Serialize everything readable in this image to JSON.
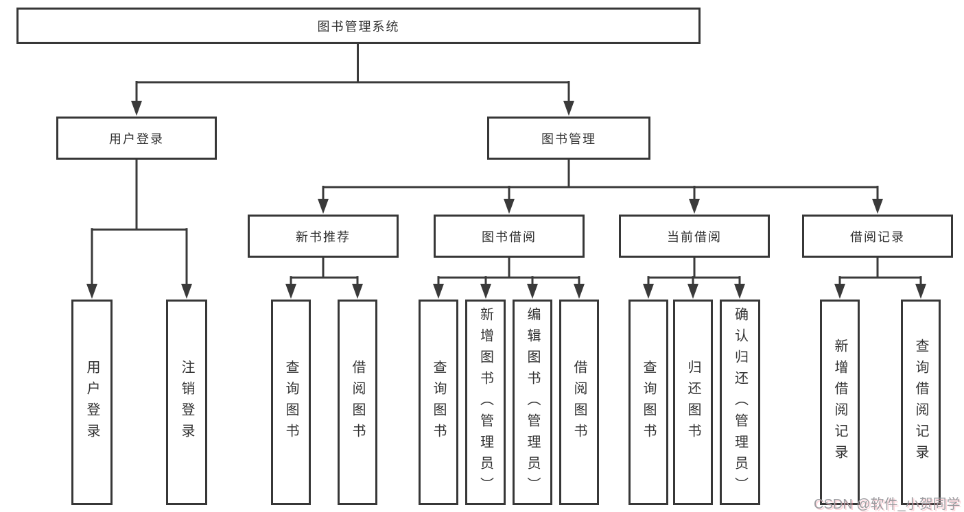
{
  "diagram": {
    "type": "hierarchy-tree",
    "colors": {
      "background": "#ffffff",
      "line": "#3a3a3a",
      "box_border": "#373737",
      "box_fill": "#ffffff",
      "text": "#333333",
      "watermark_text": "#9c9ca0"
    }
  },
  "tree": {
    "label": "图书管理系统",
    "children": [
      {
        "label": "用户登录",
        "children": [
          {
            "label": "用户登录"
          },
          {
            "label": "注销登录"
          }
        ]
      },
      {
        "label": "图书管理",
        "children": [
          {
            "label": "新书推荐",
            "children": [
              {
                "label": "查询图书"
              },
              {
                "label": "借阅图书"
              }
            ]
          },
          {
            "label": "图书借阅",
            "children": [
              {
                "label": "查询图书"
              },
              {
                "label": "新增图书（管理员）"
              },
              {
                "label": "编辑图书（管理员）"
              },
              {
                "label": "借阅图书"
              }
            ]
          },
          {
            "label": "当前借阅",
            "children": [
              {
                "label": "查询图书"
              },
              {
                "label": "归还图书"
              },
              {
                "label": "确认归还（管理员）"
              }
            ]
          },
          {
            "label": "借阅记录",
            "children": [
              {
                "label": "新增借阅记录"
              },
              {
                "label": "查询借阅记录"
              }
            ]
          }
        ]
      }
    ]
  },
  "watermark": {
    "text": "CSDN @软件_小贺同学"
  }
}
